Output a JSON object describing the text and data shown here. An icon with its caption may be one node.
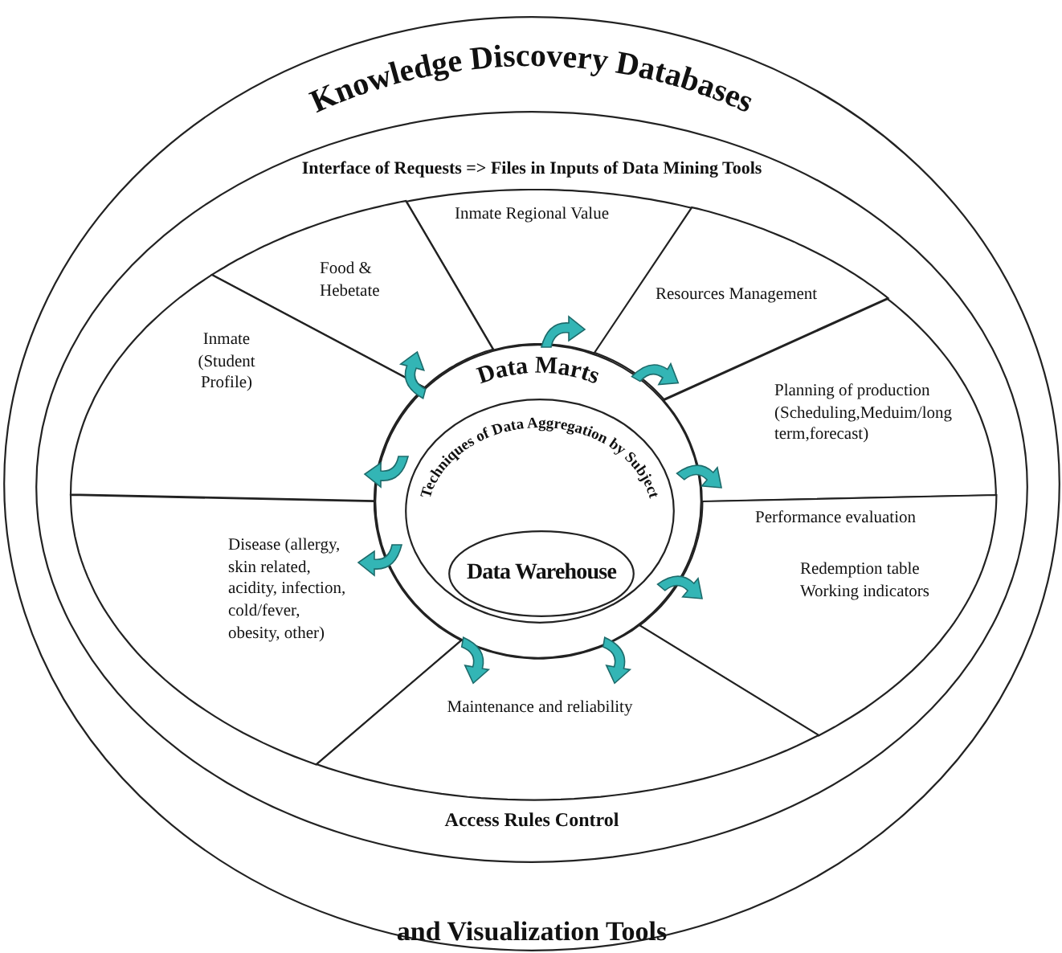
{
  "diagram": {
    "nodes": [
      {
        "text": [
          "Knowledge Discovery Databases",
          "and Visualization Tools"
        ]
      },
      {
        "text": [
          "Interface of Requests => Files in Inputs of Data Mining Tools",
          "Access Rules Control"
        ],
        "in": 0
      },
      {
        "text": [
          "Inmate Regional Value"
        ],
        "in": 1
      },
      {
        "text": [
          "Food & Hebetate"
        ],
        "in": 1
      },
      {
        "text": [
          "Resources Management"
        ],
        "in": 1
      },
      {
        "text": [
          "Inmate (Student Profile)"
        ],
        "in": 1
      },
      {
        "text": [
          "Planning of production (Scheduling,Meduim/long term,forecast)"
        ],
        "in": 1
      },
      {
        "text": [
          "Performance evaluation",
          "Redemption table Working indicators"
        ],
        "in": 1
      },
      {
        "text": [
          "Disease (allergy, skin related, acidity, infection, cold/fever, obesity, other)"
        ],
        "in": 1
      },
      {
        "text": [
          "Maintenance and reliability"
        ],
        "in": 1
      },
      {
        "text": [
          "Data Marts"
        ],
        "in": 1
      },
      {
        "text": [
          "Techniques of Data Aggregation by Subject"
        ],
        "in": 10
      },
      {
        "text": [
          "Data Warehouse"
        ],
        "in": 11
      }
    ]
  }
}
